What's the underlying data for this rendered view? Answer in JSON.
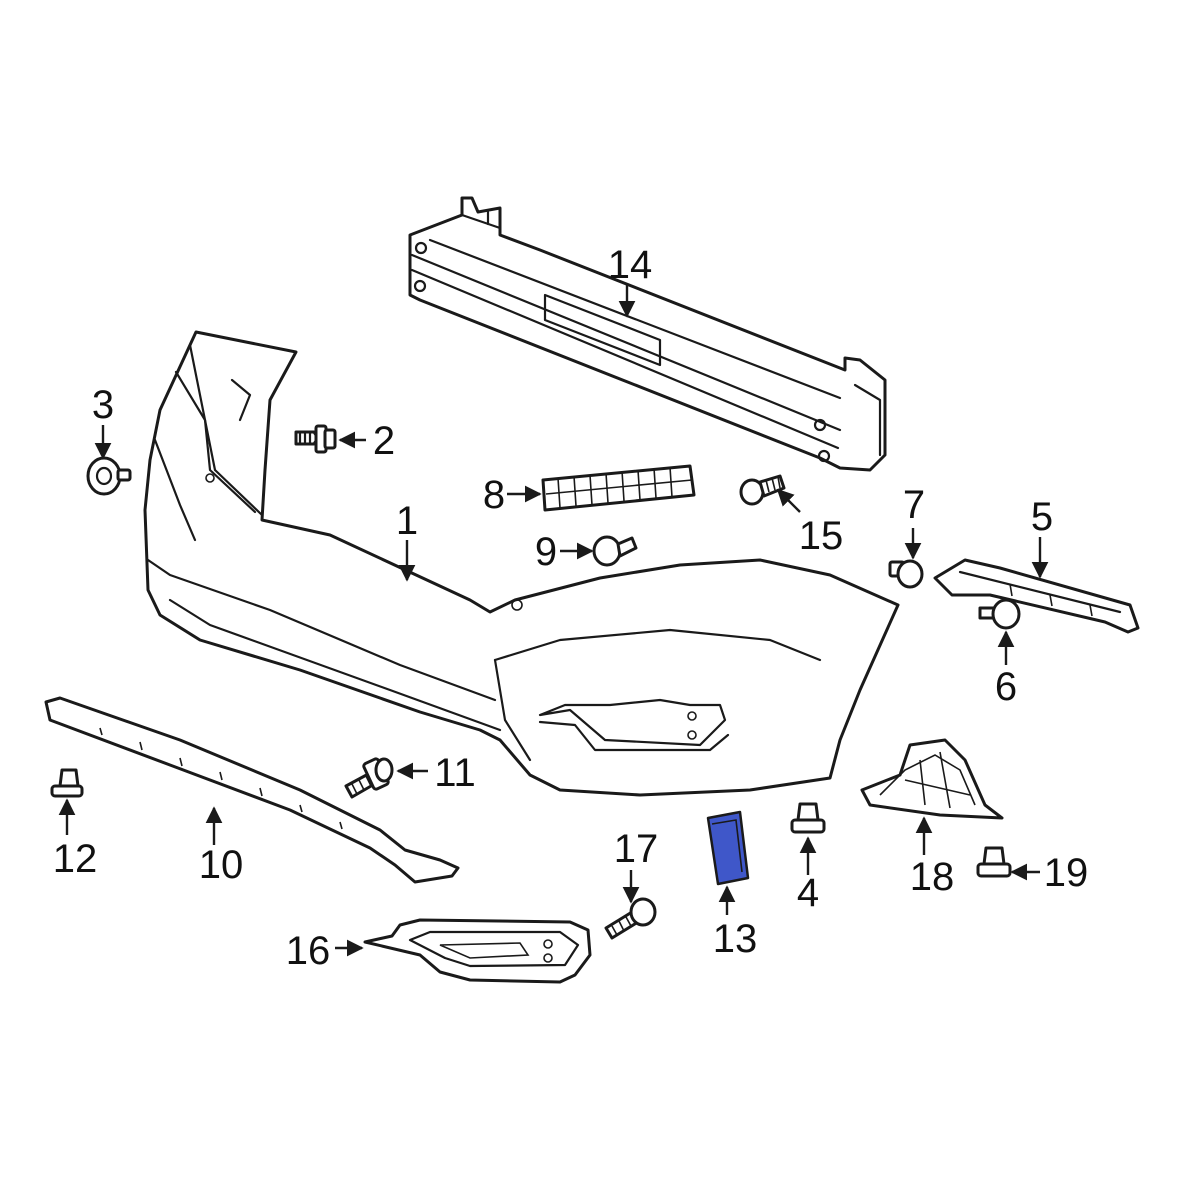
{
  "colors": {
    "line": "#1a1a1a",
    "highlight": "#3f57c9",
    "background": "#ffffff"
  },
  "highlighted_part": "13",
  "callouts": {
    "c1": "1",
    "c2": "2",
    "c3": "3",
    "c4": "4",
    "c5": "5",
    "c6": "6",
    "c7": "7",
    "c8": "8",
    "c9": "9",
    "c10": "10",
    "c11": "11",
    "c12": "12",
    "c13": "13",
    "c14": "14",
    "c15": "15",
    "c16": "16",
    "c17": "17",
    "c18": "18",
    "c19": "19"
  }
}
